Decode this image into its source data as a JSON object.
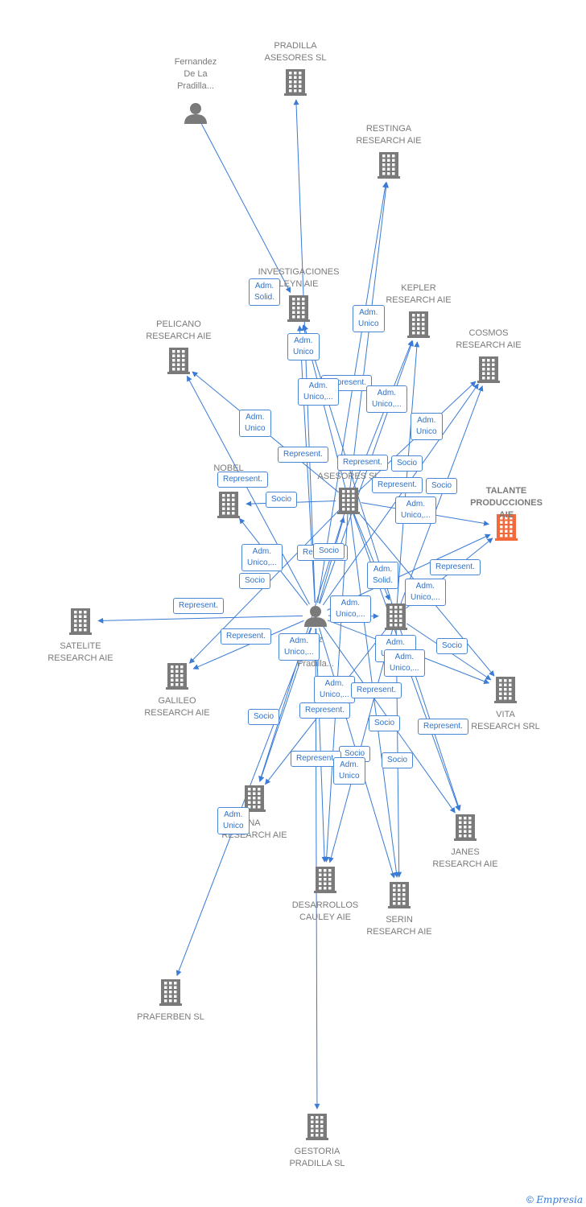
{
  "colors": {
    "edge": "#3a7bd5",
    "node": "#7a7a7a",
    "focus": "#f26a3b",
    "label_text": "#7a7a7a",
    "edge_label_text": "#2f72c9"
  },
  "nodes": [
    {
      "id": "fernandez-top",
      "kind": "person",
      "label": "Fernandez\nDe La\nPradilla..."
    },
    {
      "id": "pradilla-asesores",
      "kind": "company",
      "label": "PRADILLA\nASESORES SL"
    },
    {
      "id": "restinga",
      "kind": "company",
      "label": "RESTINGA\nRESEARCH AIE"
    },
    {
      "id": "investigaciones",
      "kind": "company",
      "label": "INVESTIGACIONES\nLEYN AIE"
    },
    {
      "id": "kepler",
      "kind": "company",
      "label": "KEPLER\nRESEARCH AIE"
    },
    {
      "id": "pelicano",
      "kind": "company",
      "label": "PELICANO\nRESEARCH AIE"
    },
    {
      "id": "cosmos",
      "kind": "company",
      "label": "COSMOS\nRESEARCH AIE"
    },
    {
      "id": "talante-asesores",
      "kind": "company",
      "label": "TA\nASESORES SL"
    },
    {
      "id": "nobel",
      "kind": "company",
      "label": "NOBEL\nRESE"
    },
    {
      "id": "talante-producciones",
      "kind": "company",
      "focus": true,
      "label": "TALANTE\nPRODUCCIONES AIE"
    },
    {
      "id": "fernandez-center",
      "kind": "person",
      "label": "dez\na\nPradilla..."
    },
    {
      "id": "kl",
      "kind": "company",
      "label": "KL"
    },
    {
      "id": "satelite",
      "kind": "company",
      "label": "SATELITE\nRESEARCH AIE"
    },
    {
      "id": "galileo",
      "kind": "company",
      "label": "GALILEO\nRESEARCH AIE"
    },
    {
      "id": "vita",
      "kind": "company",
      "label": "VITA\nRESEARCH SRL"
    },
    {
      "id": "na",
      "kind": "company",
      "label": "NA\nRESEARCH AIE"
    },
    {
      "id": "janes",
      "kind": "company",
      "label": "JANES\nRESEARCH AIE"
    },
    {
      "id": "desarrollos",
      "kind": "company",
      "label": "DESARROLLOS\nCAULEY AIE"
    },
    {
      "id": "serin",
      "kind": "company",
      "label": "SERIN\nRESEARCH AIE"
    },
    {
      "id": "praferben",
      "kind": "company",
      "label": "PRAFERBEN SL"
    },
    {
      "id": "gestoria",
      "kind": "company",
      "label": "GESTORIA\nPRADILLA SL"
    }
  ],
  "edges": [
    {
      "from": "fernandez-top",
      "to": "investigaciones"
    },
    {
      "from": "fernandez-center",
      "to": "pradilla-asesores"
    },
    {
      "from": "fernandez-center",
      "to": "restinga"
    },
    {
      "from": "talante-asesores",
      "to": "restinga"
    },
    {
      "from": "fernandez-center",
      "to": "investigaciones"
    },
    {
      "from": "talante-asesores",
      "to": "investigaciones"
    },
    {
      "from": "kl",
      "to": "investigaciones"
    },
    {
      "from": "fernandez-center",
      "to": "kepler"
    },
    {
      "from": "talante-asesores",
      "to": "kepler"
    },
    {
      "from": "kl",
      "to": "kepler"
    },
    {
      "from": "fernandez-center",
      "to": "pelicano"
    },
    {
      "from": "talante-asesores",
      "to": "pelicano"
    },
    {
      "from": "fernandez-center",
      "to": "cosmos"
    },
    {
      "from": "talante-asesores",
      "to": "cosmos"
    },
    {
      "from": "kl",
      "to": "cosmos"
    },
    {
      "from": "fernandez-center",
      "to": "nobel"
    },
    {
      "from": "talante-asesores",
      "to": "nobel"
    },
    {
      "from": "fernandez-center",
      "to": "talante-producciones"
    },
    {
      "from": "talante-asesores",
      "to": "talante-producciones"
    },
    {
      "from": "kl",
      "to": "talante-producciones"
    },
    {
      "from": "fernandez-center",
      "to": "talante-asesores"
    },
    {
      "from": "fernandez-center",
      "to": "satelite"
    },
    {
      "from": "fernandez-center",
      "to": "galileo"
    },
    {
      "from": "talante-asesores",
      "to": "galileo"
    },
    {
      "from": "fernandez-center",
      "to": "vita"
    },
    {
      "from": "talante-asesores",
      "to": "vita"
    },
    {
      "from": "kl",
      "to": "vita"
    },
    {
      "from": "fernandez-center",
      "to": "na"
    },
    {
      "from": "talante-asesores",
      "to": "na"
    },
    {
      "from": "kl",
      "to": "na"
    },
    {
      "from": "fernandez-center",
      "to": "janes"
    },
    {
      "from": "talante-asesores",
      "to": "janes"
    },
    {
      "from": "kl",
      "to": "janes"
    },
    {
      "from": "fernandez-center",
      "to": "desarrollos"
    },
    {
      "from": "talante-asesores",
      "to": "desarrollos"
    },
    {
      "from": "kl",
      "to": "desarrollos"
    },
    {
      "from": "fernandez-center",
      "to": "serin"
    },
    {
      "from": "talante-asesores",
      "to": "serin"
    },
    {
      "from": "kl",
      "to": "serin"
    },
    {
      "from": "fernandez-center",
      "to": "praferben"
    },
    {
      "from": "fernandez-center",
      "to": "gestoria"
    },
    {
      "from": "fernandez-center",
      "to": "kl"
    },
    {
      "from": "talante-asesores",
      "to": "kl"
    }
  ],
  "edge_labels": [
    "Adm.\nSolid.",
    "Adm.\nUnico",
    "Adm.\nUnico",
    "Represent.",
    "Adm.\nUnico,...",
    "Adm.\nUnico,...",
    "Adm.\nUnico",
    "Adm.\nUnico",
    "Represent.",
    "Socio",
    "Represent.",
    "Socio",
    "Represent.",
    "Represent.",
    "Socio",
    "Adm.\nUnico,...",
    "Adm.\nUnico,...",
    "Represent.",
    "Socio",
    "Adm.\nSolid.",
    "Represent.",
    "Socio",
    "Adm.\nUnico,...",
    "Adm.\nUnico,...",
    "Adm.\nUnico,...",
    "Represent.",
    "Represent.",
    "Socio",
    "Adm.\nUnico,...",
    "Adm.\nUnico,...",
    "Adm.\nUnico,...",
    "Represent.",
    "Socio",
    "Represent.",
    "Socio",
    "Represent.",
    "Socio",
    "Socio",
    "Represent.",
    "Adm.\nUnico",
    "Adm.\nUnico"
  ],
  "footer": {
    "copyright": "©",
    "brand": "Empresia"
  }
}
